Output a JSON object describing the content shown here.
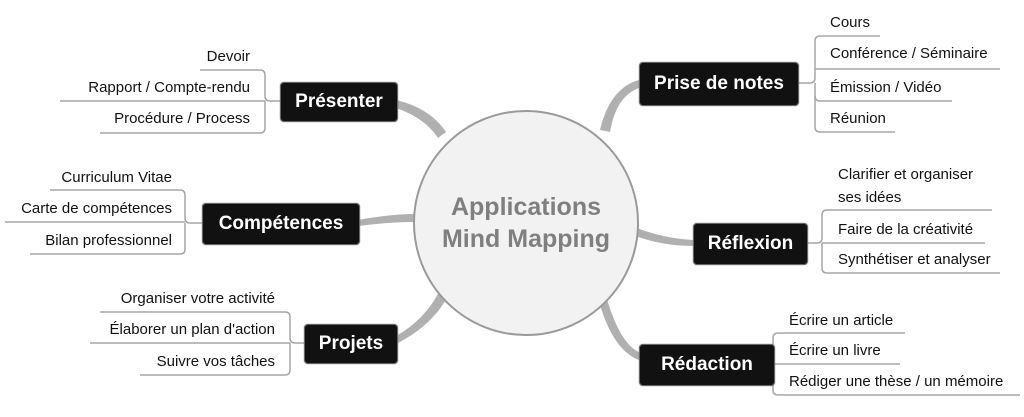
{
  "center": {
    "line1": "Applications",
    "line2": "Mind Mapping"
  },
  "branches": {
    "presenter": {
      "label": "Présenter",
      "items": [
        "Devoir",
        "Rapport / Compte-rendu",
        "Procédure / Process"
      ]
    },
    "competences": {
      "label": "Compétences",
      "items": [
        "Curriculum Vitae",
        "Carte de compétences",
        "Bilan professionnel"
      ]
    },
    "projets": {
      "label": "Projets",
      "items": [
        "Organiser votre activité",
        "Élaborer un plan d'action",
        "Suivre vos tâches"
      ]
    },
    "prise_de_notes": {
      "label": "Prise de notes",
      "items": [
        "Cours",
        "Conférence / Séminaire",
        "Émission / Vidéo",
        "Réunion"
      ]
    },
    "reflexion": {
      "label": "Réflexion",
      "items": [
        "Clarifier et organiser",
        "ses idées",
        "Faire de la créativité",
        "Synthétiser et analyser"
      ]
    },
    "redaction": {
      "label": "Rédaction",
      "items": [
        "Écrire un article",
        "Écrire un livre",
        "Rédiger une thèse / un mémoire"
      ]
    }
  },
  "colors": {
    "node_bg": "#111111",
    "center_bg": "#f2f2f2",
    "center_text": "#7f7f7f",
    "link": "#a6a6a6"
  }
}
